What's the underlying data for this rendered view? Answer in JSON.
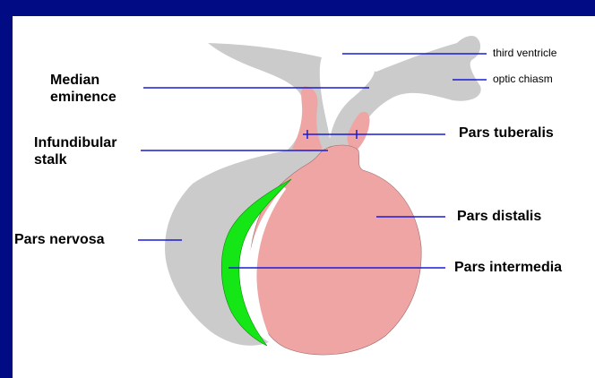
{
  "labels": {
    "third_ventricle": "third ventricle",
    "optic_chiasm": "optic chiasm",
    "median_eminence": "Median eminence",
    "infundibular_stalk": "Infundibular stalk",
    "pars_nervosa": "Pars nervosa",
    "pars_tuberalis": "Pars tuberalis",
    "pars_distalis": "Pars distalis",
    "pars_intermedia": "Pars intermedia"
  },
  "colors": {
    "background": "#000b84",
    "panel": "#ffffff",
    "neural_tissue": "#cbcbcb",
    "adenohypophysis": "#f0a5a5",
    "pars_intermedia": "#15e615",
    "leader_line": "#1b1bd6"
  }
}
